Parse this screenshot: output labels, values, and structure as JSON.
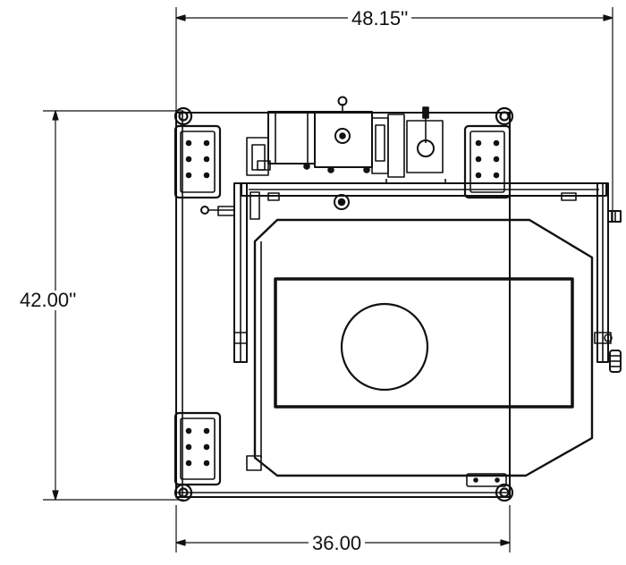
{
  "dimensions": {
    "overall_width": "48.15''",
    "overall_depth": "42.00''",
    "base_width": "36.00"
  }
}
